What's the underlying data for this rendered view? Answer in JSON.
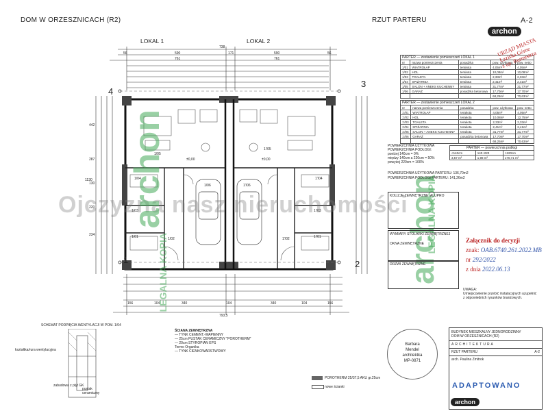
{
  "header": {
    "project_title": "DOM W ORZESZNICACH (R2)",
    "drawing_title": "RZUT PARTERU",
    "sheet": "A-2",
    "logo": "archon"
  },
  "plan": {
    "lokal_1": "LOKAL 1",
    "lokal_2": "LOKAL 2",
    "axes": [
      "1",
      "2",
      "3",
      "4"
    ],
    "dim_top_total": "738",
    "dim_top_row2": [
      "56",
      "590",
      "171",
      "590",
      "56"
    ],
    "dim_top_row3": [
      "761",
      "761"
    ],
    "dim_bottom_total": "793,5",
    "dim_bottom_row": [
      "156",
      "104",
      "340",
      "104",
      "340",
      "104",
      "156"
    ],
    "dim_left": [
      "442",
      "287",
      "130",
      "220",
      "234",
      "1130"
    ],
    "level": "±0,00",
    "rooms": [
      "1'/05",
      "1'/06",
      "1/06",
      "1/05",
      "1'/01",
      "1/01",
      "1'/02",
      "1/02",
      "1'/03",
      "1/03",
      "1'/04",
      "1/04"
    ],
    "porotherm_label": "POROTHERM 25/37,5 AKU gr.25cm",
    "new_walls_label": "nowe ścianki"
  },
  "watermark": "Ojczyzna nasz   nieruchomości",
  "green_watermark": [
    "archon",
    "archon",
    "LEGALNA KOPIA",
    "LEGALNA KOPIA"
  ],
  "table_lokal_1": {
    "title": "PARTER — zestawienie pomieszczeń LOKAL 1",
    "headers": [
      "nr",
      "nazwa pomieszczenia",
      "posadzka",
      "pow. użytkowa",
      "pow. netto"
    ],
    "rows": [
      [
        "1/01",
        "WIATROŁAP",
        "terakota",
        "4,05m²",
        "4,05m²"
      ],
      [
        "1/02",
        "HOL",
        "terakota",
        "10,08m²",
        "10,08m²"
      ],
      [
        "1/03",
        "TOALETA",
        "terakota",
        "2,33m²",
        "2,33m²"
      ],
      [
        "1/04",
        "SPIŻARNIA",
        "terakota",
        "2,41m²",
        "2,41m²"
      ],
      [
        "1/05",
        "SALON + ANEKS KUCHENNY",
        "terakota",
        "31,77m²",
        "31,77m²"
      ],
      [
        "1/06",
        "GARAŻ",
        "posadzka betonowa",
        "17,70m²",
        "17,70m²"
      ]
    ],
    "total": [
      "",
      "",
      "",
      "68,25m²",
      "70,63m²"
    ]
  },
  "table_lokal_2": {
    "title": "PARTER — zestawienie pomieszczeń LOKAL 2",
    "headers": [
      "nr",
      "nazwa pomieszczenia",
      "posadzka",
      "pow. użytkowa",
      "pow. netto"
    ],
    "rows": [
      [
        "1'/01",
        "WIATROŁAP",
        "terakota",
        "4,05m²",
        "4,05m²"
      ],
      [
        "1'/02",
        "HOL",
        "terakota",
        "10,08m²",
        "12,75m²"
      ],
      [
        "1'/03",
        "TOALETA",
        "terakota",
        "2,33m²",
        "2,33m²"
      ],
      [
        "1'/04",
        "SPIŻARNIA",
        "terakota",
        "2,41m²",
        "2,41m²"
      ],
      [
        "1'/05",
        "SALON + ANEKS KUCHENNY",
        "terakota",
        "31,77m²",
        "31,77m²"
      ],
      [
        "1'/06",
        "GARAŻ",
        "posadzka betonowa",
        "17,70m²",
        "17,70m²"
      ]
    ],
    "total": [
      "",
      "",
      "",
      "68,25m²",
      "70,63m²"
    ]
  },
  "usable_area": {
    "title": "POWIERZCHNIA UŻYTKOWA",
    "lines": [
      "POWIERZCHNIA PODŁOGI:",
      "poniżej 140cm = 0%",
      "między 140cm a 220cm = 50%",
      "powyżej 220cm = 100%"
    ],
    "parter_title": "PARTER — powierzchnia podłogi",
    "parter_headers": [
      "<140cm",
      "140÷220",
      ">220cm"
    ],
    "parter_values": [
      "3,57 m²",
      "1,98 m²",
      "170,71 m²"
    ],
    "total_1": "POWIERZCHNIA UŻYTKOWA PARTERU: 136,70m2",
    "total_2": "POWIERZCHNIA PODŁOGI PARTERU: 141,26m2"
  },
  "notes": {
    "kolizje": "KOLIZJE ZEWNĘTRZNE: ALUPRO",
    "stolarka_title": "WYMIARY STOLARKI ZEWNĘTRZNEJ",
    "okna_title": "OKNA ZEWNĘTRZNE",
    "drzwi_title": "DRZWI ZEWNĘTRZNE",
    "uwaga_title": "UWAGA:",
    "uwaga_text": "Umiejscowienie przebić instalacyjnych uzupełnić z odpowiednich rysunków branżowych."
  },
  "stamp_top": [
    "URZĄD MIASTA",
    "Łaziska Górne",
    "z up. Burmistrza"
  ],
  "stamp_approval": {
    "title": "Załącznik do decyzji",
    "znak_label": "znak:",
    "znak_value": "OAB.6740.261.2022.MB",
    "nr_label": "nr",
    "nr_value": "292/2022",
    "date_label": "z dnia",
    "date_value": "2022.06.13"
  },
  "schematic": {
    "title": "SCHEMAT PODPIĘCIA WENTYLACJI W POM. 1/04",
    "labels": [
      "kształtka/rura wentylacyjna",
      "zabudowa z płyt GK",
      "pustak ceramiczny"
    ]
  },
  "wall_legend": {
    "title": "ŚCIANA ZEWNĘTRZNA",
    "lines": [
      "— TYNK CEMENT.-WAPIENNY",
      "— 25cm PUSTAK CERAMICZNY \"POROTHERM\"",
      "— 20cm STYROPIAN EPS",
      "Termo Organika",
      "— TYNK CIENKOWARSTWOWY"
    ]
  },
  "stamp_architect": [
    "Barbara",
    "Mendel",
    "architektka",
    "MP-0871"
  ],
  "title_block": {
    "building": "BUDYNEK MIESZKALNY JEDNORODZINNY",
    "building_2": "DOM W ORZESZNICACH (R2)",
    "branch": "ARCHITEKTURA",
    "drawing": "RZUT PARTERU",
    "drawing_no": "A-2",
    "adapted": "ADAPTOWANO",
    "author": "arch. Paulina Zmitrok",
    "company": "archon"
  }
}
